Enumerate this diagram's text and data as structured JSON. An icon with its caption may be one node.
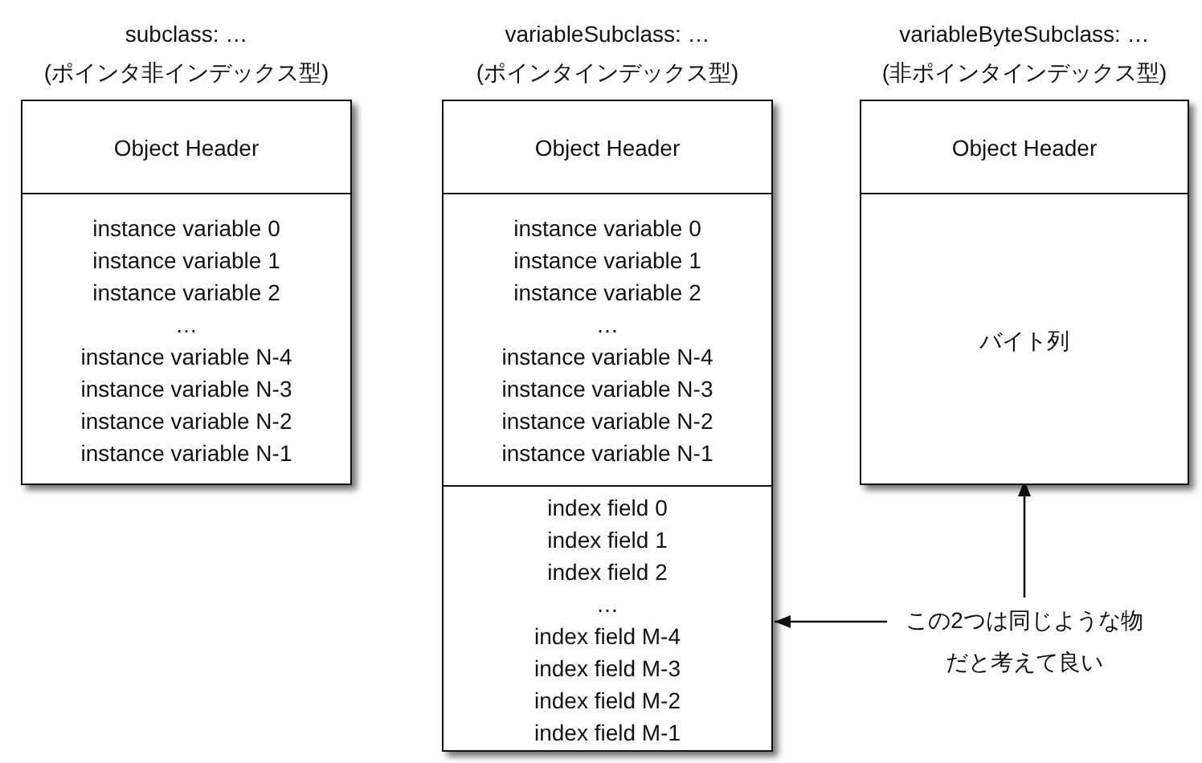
{
  "diagram": {
    "nodes": [
      {
        "text": [
          "subclass: …",
          "(ポインタ非インデックス型)"
        ]
      },
      {
        "text": [
          "Object Header"
        ],
        "in": 0
      },
      {
        "text": [
          "instance variable 0",
          "instance variable 1",
          "instance variable 2",
          "…",
          "instance variable N-4",
          "instance variable N-3",
          "instance variable N-2",
          "instance variable N-1"
        ],
        "in": 0
      },
      {
        "text": [
          "variableSubclass: …",
          "(ポインタインデックス型)"
        ]
      },
      {
        "text": [
          "Object Header"
        ],
        "in": 3
      },
      {
        "text": [
          "instance variable 0",
          "instance variable 1",
          "instance variable 2",
          "…",
          "instance variable N-4",
          "instance variable N-3",
          "instance variable N-2",
          "instance variable N-1"
        ],
        "in": 3
      },
      {
        "text": [
          "index field 0",
          "index field 1",
          "index field 2",
          "…",
          "index field M-4",
          "index field M-3",
          "index field M-2",
          "index field M-1"
        ],
        "in": 3
      },
      {
        "text": [
          "variableByteSubclass: …",
          "(非ポインタインデックス型)"
        ]
      },
      {
        "text": [
          "Object Header"
        ],
        "in": 7
      },
      {
        "text": [
          "バイト列"
        ],
        "in": 7
      },
      {
        "text": [
          "この2つは同じような物だと考えて良い"
        ]
      }
    ],
    "edges": [
      {
        "from": 10,
        "to": 6,
        "arrow": "to"
      },
      {
        "from": 10,
        "to": 9,
        "arrow": "to"
      }
    ]
  }
}
